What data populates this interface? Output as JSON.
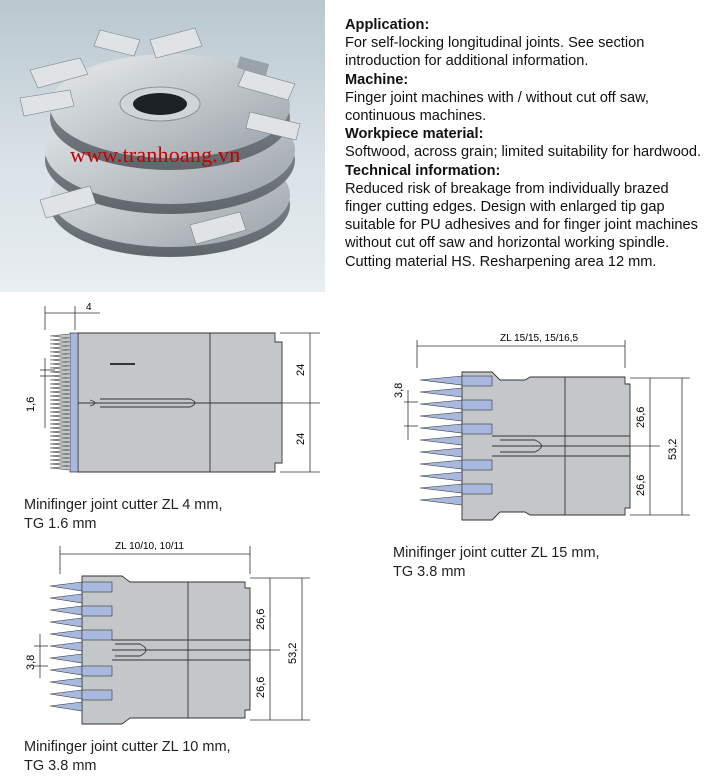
{
  "watermark": "www.tranhoang.vn",
  "info": {
    "application_heading": "Application:",
    "application_text": "For self-locking longitudinal joints. See section introduction for additional information.",
    "machine_heading": "Machine:",
    "machine_text": "Finger joint machines with / without cut off saw, continuous machines.",
    "workpiece_heading": "Workpiece material:",
    "workpiece_text": "Softwood, across grain; limited suitability for hardwood.",
    "technical_heading": "Technical information:",
    "technical_text": "Reduced risk of breakage from individually brazed finger cutting edges. Design with enlarged tip gap suitable for PU adhesives and for finger joint machines without cut off saw and horizontal working spindle. Cutting material HS. Resharpening area 12 mm."
  },
  "diagram_zl4": {
    "dim_top": "4",
    "dim_left": "1,6",
    "dim_right_upper": "24",
    "dim_right_lower": "24",
    "caption_line1": "Minifinger joint cutter ZL 4 mm,",
    "caption_line2": "TG 1.6 mm"
  },
  "diagram_zl15": {
    "dim_top": "ZL 15/15, 15/16,5",
    "dim_left": "3,8",
    "dim_right_upper": "26,6",
    "dim_right_lower": "26,6",
    "dim_total": "53,2",
    "caption_line1": "Minifinger joint cutter ZL 15 mm,",
    "caption_line2": "TG 3.8 mm"
  },
  "diagram_zl10": {
    "dim_top": "ZL 10/10, 10/11",
    "dim_left": "3,8",
    "dim_right_upper": "26,6",
    "dim_right_lower": "26,6",
    "dim_total": "53,2",
    "caption_line1": "Minifinger joint cutter ZL 10 mm,",
    "caption_line2": "TG 3.8 mm"
  },
  "colors": {
    "body_grey": "#c4c7ca",
    "blade_blue": "#a9b8de",
    "watermark_red": "#c40000"
  }
}
